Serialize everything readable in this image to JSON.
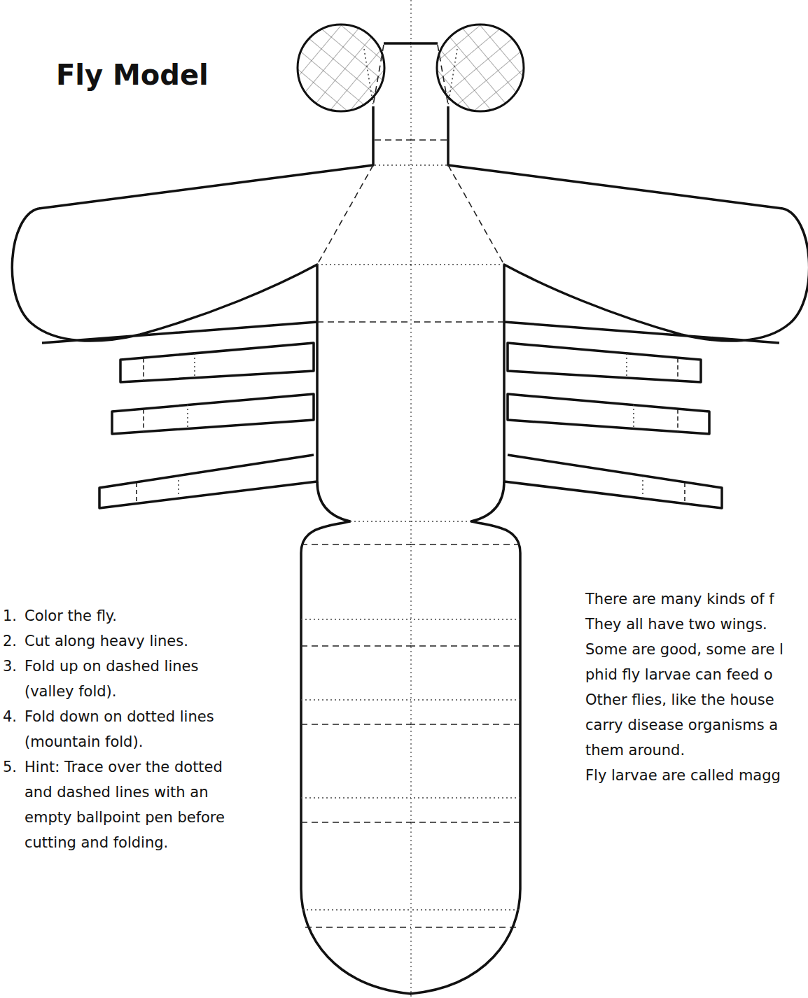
{
  "diagram": {
    "title": "Fly Model",
    "labels": [
      "1.",
      "Color the fly.",
      "2.",
      "Cut along heavy lines.",
      "3.",
      "Fold up on dashed lines (valley fold).",
      "4.",
      "Fold down on dotted lines (mountain fold).",
      "5.",
      "Hint: Trace over the dotted and dashed lines with an empty ballpoint pen before cutting and folding.",
      "There are many kinds of f",
      "They all have two wings.",
      "Some are good, some are l",
      "phid fly larvae can feed o",
      "Other flies, like the house",
      "carry disease organisms a",
      "them around.",
      "Fly larvae are called magg"
    ]
  }
}
